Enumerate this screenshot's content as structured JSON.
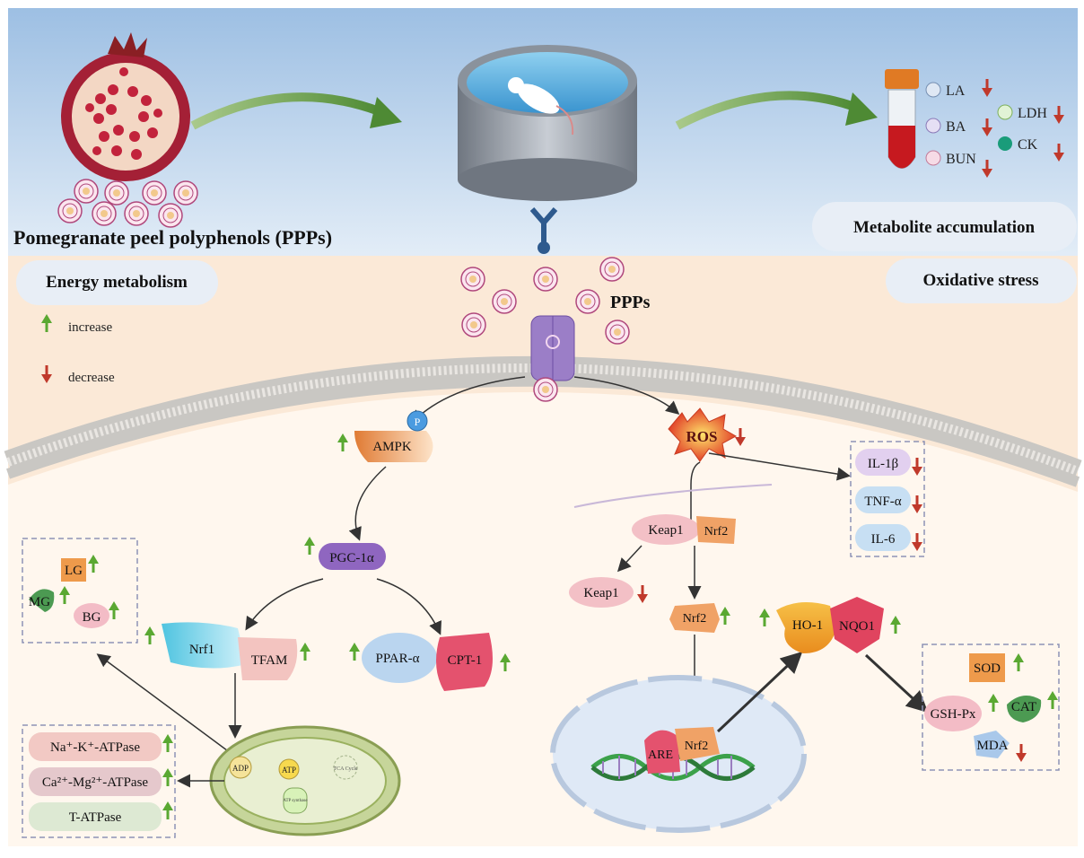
{
  "header": {
    "source_label": "Pomegranate peel polyphenols (PPPs)",
    "result_label": "Metabolite accumulation"
  },
  "metabolites": {
    "la": "LA",
    "ba": "BA",
    "bun": "BUN",
    "ldh": "LDH",
    "ck": "CK"
  },
  "panels": {
    "energy": "Energy metabolism",
    "oxidative": "Oxidative stress"
  },
  "legend": {
    "increase": "increase",
    "decrease": "decrease"
  },
  "pathway": {
    "ppps": "PPPs",
    "p": "P",
    "ampk": "AMPK",
    "pgc": "PGC-1α",
    "nrf1": "Nrf1",
    "tfam": "TFAM",
    "ppar": "PPAR-α",
    "cpt": "CPT-1",
    "lg": "LG",
    "mg": "MG",
    "bg": "BG",
    "atpase_na": "Na⁺-K⁺-ATPase",
    "atpase_ca": "Ca²⁺-Mg²⁺-ATPase",
    "atpase_t": "T-ATPase",
    "adp": "ADP",
    "atp": "ATP",
    "tca": "TCA Cycle",
    "atp_synthase": "ATP synthase",
    "ros": "ROS",
    "il1b": "IL-1β",
    "tnfa": "TNF-α",
    "il6": "IL-6",
    "keap1": "Keap1",
    "nrf2": "Nrf2",
    "ho1": "HO-1",
    "nqo1": "NQO1",
    "are": "ARE",
    "sod": "SOD",
    "gshpx": "GSH-Px",
    "cat": "CAT",
    "mda": "MDA"
  },
  "colors": {
    "increase_arrow": "#5aa832",
    "decrease_arrow": "#c0392b",
    "cell_fill": "#fbe9d7",
    "sky_top": "#9dbfe3",
    "flow_arrow": "#5e8f3c"
  }
}
